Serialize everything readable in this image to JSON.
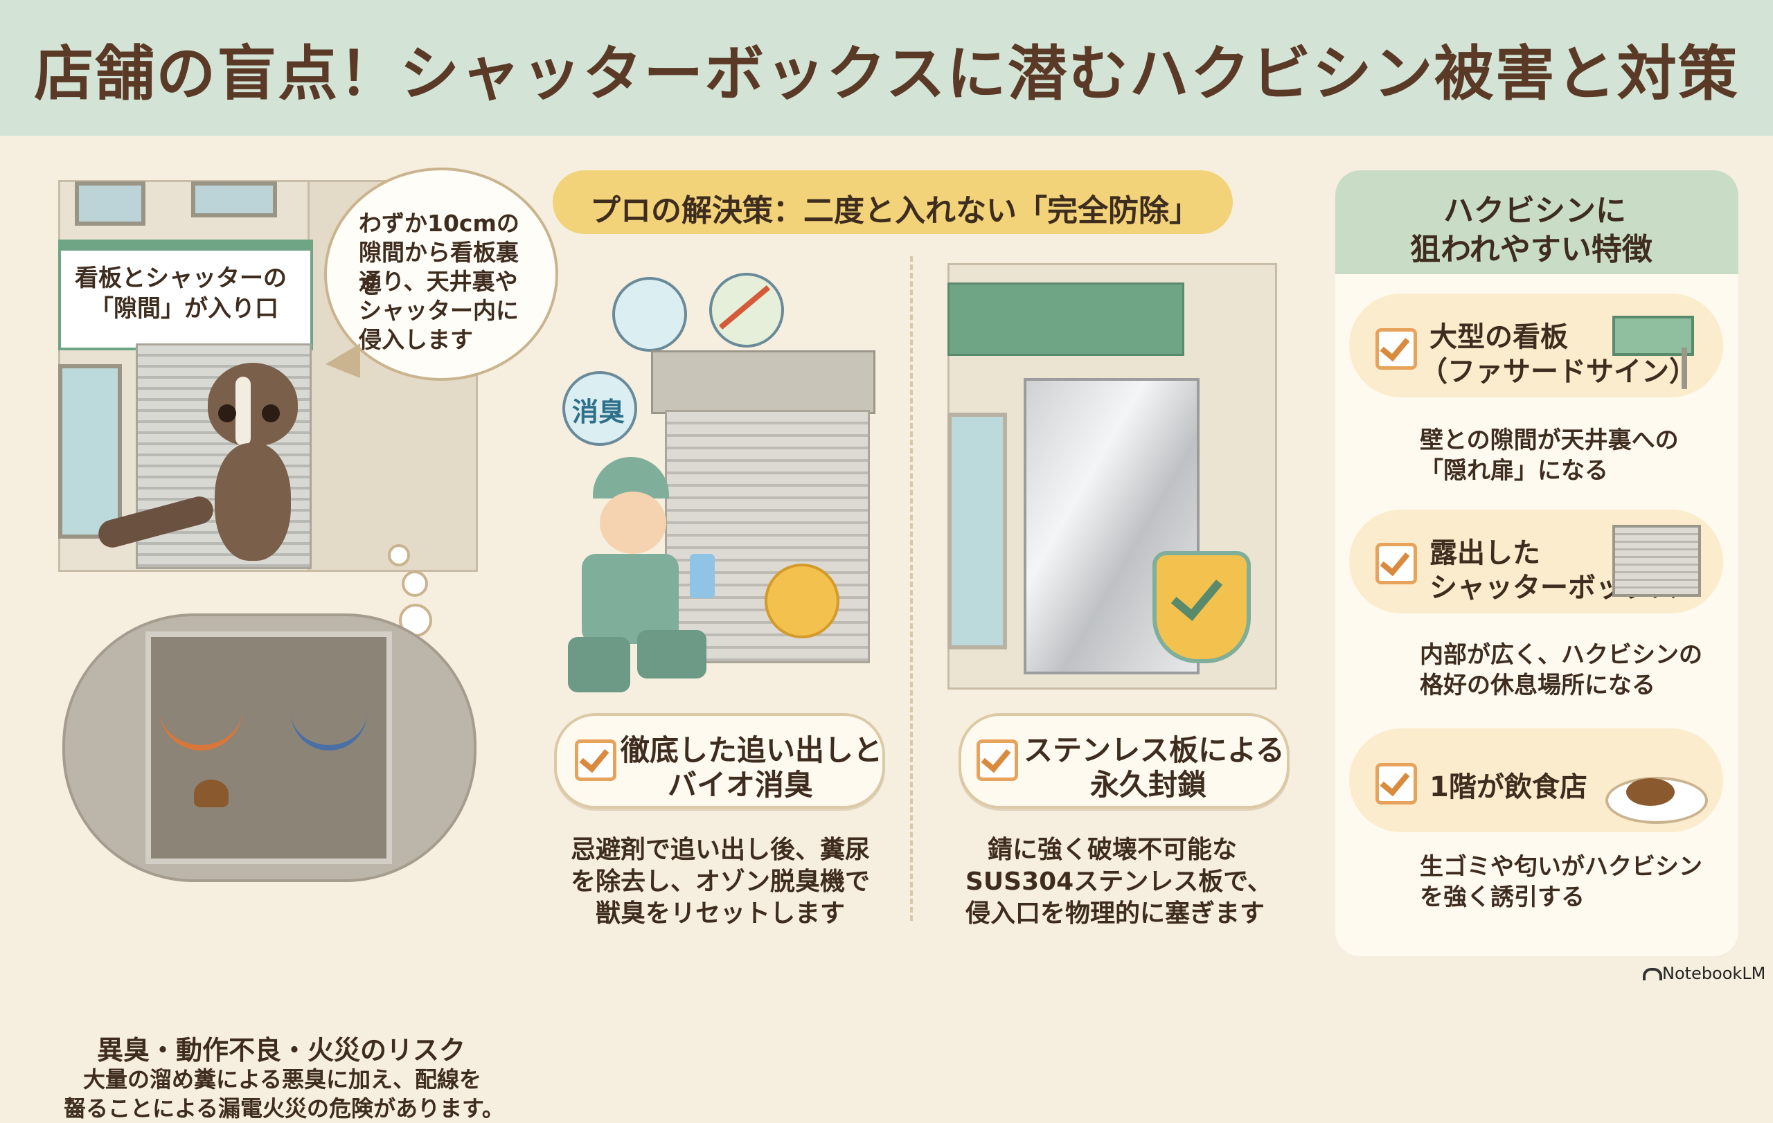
{
  "title": "店舗の盲点！シャッターボックスに潜むハクビシン被害と対策",
  "left": {
    "sign_text_line1": "看板とシャッターの",
    "sign_text_line2": "「隙間」が入り口",
    "speech_line1": "わずか10cmの",
    "speech_line2": "隙間から看板裏を",
    "speech_line3": "通り、天井裏や",
    "speech_line4": "シャッター内に",
    "speech_line5": "侵入します",
    "risk_title": "異臭・動作不良・火災のリスク",
    "risk_line1": "大量の溜め糞による悪臭に加え、配線を",
    "risk_line2": "齧ることによる漏電火災の危険があります。"
  },
  "middle": {
    "banner": "プロの解決策：二度と入れない「完全防除」",
    "deodor_label": "消臭",
    "sol1_title_line1": "徹底した追い出しと",
    "sol1_title_line2": "バイオ消臭",
    "sol1_desc_line1": "忌避剤で追い出し後、糞尿",
    "sol1_desc_line2": "を除去し、オゾン脱臭機で",
    "sol1_desc_line3": "獣臭をリセットします",
    "sol2_title_line1": "ステンレス板による",
    "sol2_title_line2": "永久封鎖",
    "sol2_desc_line1": "錆に強く破壊不可能な",
    "sol2_desc_line2": "SUS304ステンレス板で、",
    "sol2_desc_line3": "侵入口を物理的に塞ぎます"
  },
  "right": {
    "heading_line1": "ハクビシンに",
    "heading_line2": "狙われやすい特徴",
    "items": [
      {
        "title_line1": "大型の看板",
        "title_line2": "（ファサードサイン）",
        "desc_line1": "壁との隙間が天井裏への",
        "desc_line2": "「隠れ扉」になる"
      },
      {
        "title_line1": "露出した",
        "title_line2": "シャッターボックス",
        "desc_line1": "内部が広く、ハクビシンの",
        "desc_line2": "格好の休息場所になる"
      },
      {
        "title_line1": "1階が飲食店",
        "title_line2": "",
        "desc_line1": "生ゴミや匂いがハクビシン",
        "desc_line2": "を強く誘引する"
      }
    ]
  },
  "footer": {
    "brand": "NotebookLM"
  },
  "colors": {
    "header_bg": "#d3e4d6",
    "page_bg": "#f6efdf",
    "accent_green": "#6fa585",
    "banner_yellow": "#f2d37a",
    "check_orange": "#e7a35b"
  }
}
